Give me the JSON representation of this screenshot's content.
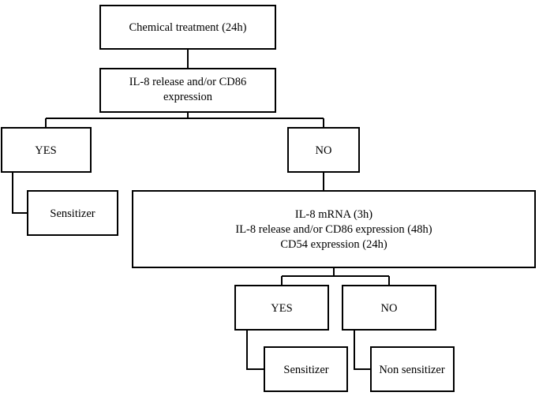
{
  "diagram": {
    "nodes": {
      "chemical_treatment": {
        "lines": [
          "Chemical treatment (24h)"
        ]
      },
      "first_assay": {
        "lines": [
          "IL-8 release and/or CD86",
          "expression"
        ]
      },
      "first_yes": {
        "lines": [
          "YES"
        ]
      },
      "first_no": {
        "lines": [
          "NO"
        ]
      },
      "first_sensitizer": {
        "lines": [
          "Sensitizer"
        ]
      },
      "second_assay": {
        "lines": [
          "IL-8 mRNA (3h)",
          "IL-8 release and/or CD86 expression (48h)",
          "CD54 expression (24h)"
        ]
      },
      "second_yes": {
        "lines": [
          "YES"
        ]
      },
      "second_no": {
        "lines": [
          "NO"
        ]
      },
      "second_sensitizer": {
        "lines": [
          "Sensitizer"
        ]
      },
      "non_sensitizer": {
        "lines": [
          "Non sensitizer"
        ]
      }
    }
  }
}
